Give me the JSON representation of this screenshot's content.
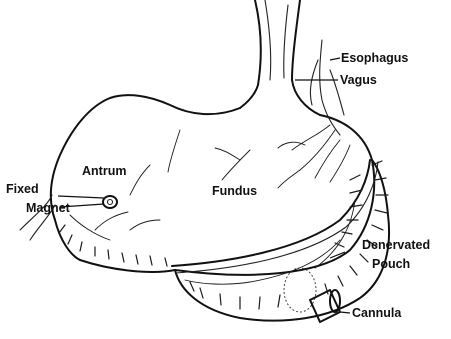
{
  "labels": {
    "esophagus": "Esophagus",
    "vagus": "Vagus",
    "antrum": "Antrum",
    "fixed": "Fixed",
    "magnet": "Magnet",
    "fundus": "Fundus",
    "denervated": "Denervated",
    "pouch": "Pouch",
    "cannula": "Cannula"
  },
  "colors": {
    "ink": "#111111",
    "background": "#ffffff"
  }
}
